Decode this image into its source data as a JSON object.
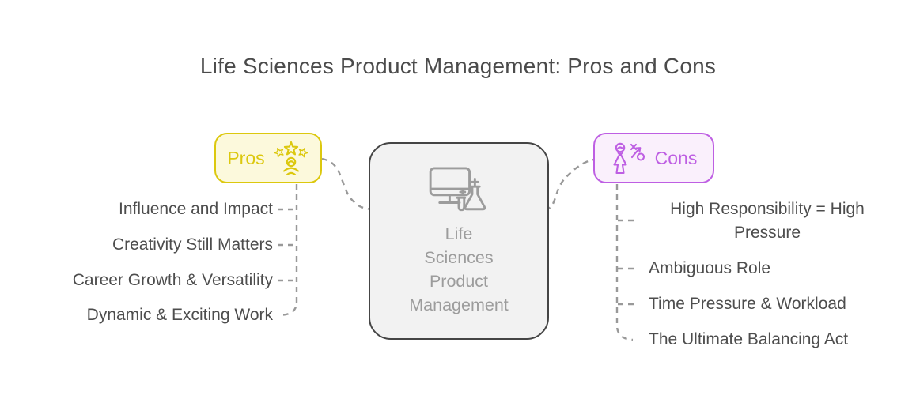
{
  "title": "Life Sciences Product Management: Pros and Cons",
  "center": {
    "label": "Life Sciences Product Management",
    "lines": [
      "Life",
      "Sciences",
      "Product",
      "Management"
    ],
    "icon": "monitor-flask-icon"
  },
  "pros": {
    "label": "Pros",
    "icon": "star-achiever-icon",
    "items": [
      "Influence and Impact",
      "Creativity Still Matters",
      "Career Growth & Versatility",
      "Dynamic & Exciting Work"
    ]
  },
  "cons": {
    "label": "Cons",
    "icon": "strategy-person-icon",
    "items": [
      "High Responsibility = High Pressure",
      "Ambiguous Role",
      "Time Pressure & Workload",
      "The Ultimate Balancing Act"
    ]
  },
  "colors": {
    "title_text": "#4b4b4b",
    "item_text": "#4d4d4d",
    "pros_accent": "#dcc80e",
    "pros_bg": "#fcf9dc",
    "cons_accent": "#be5fe3",
    "cons_bg": "#faf0fc",
    "center_border": "#454545",
    "center_bg": "#f2f2f2",
    "center_text": "#9c9c9c",
    "connector": "#999999"
  }
}
